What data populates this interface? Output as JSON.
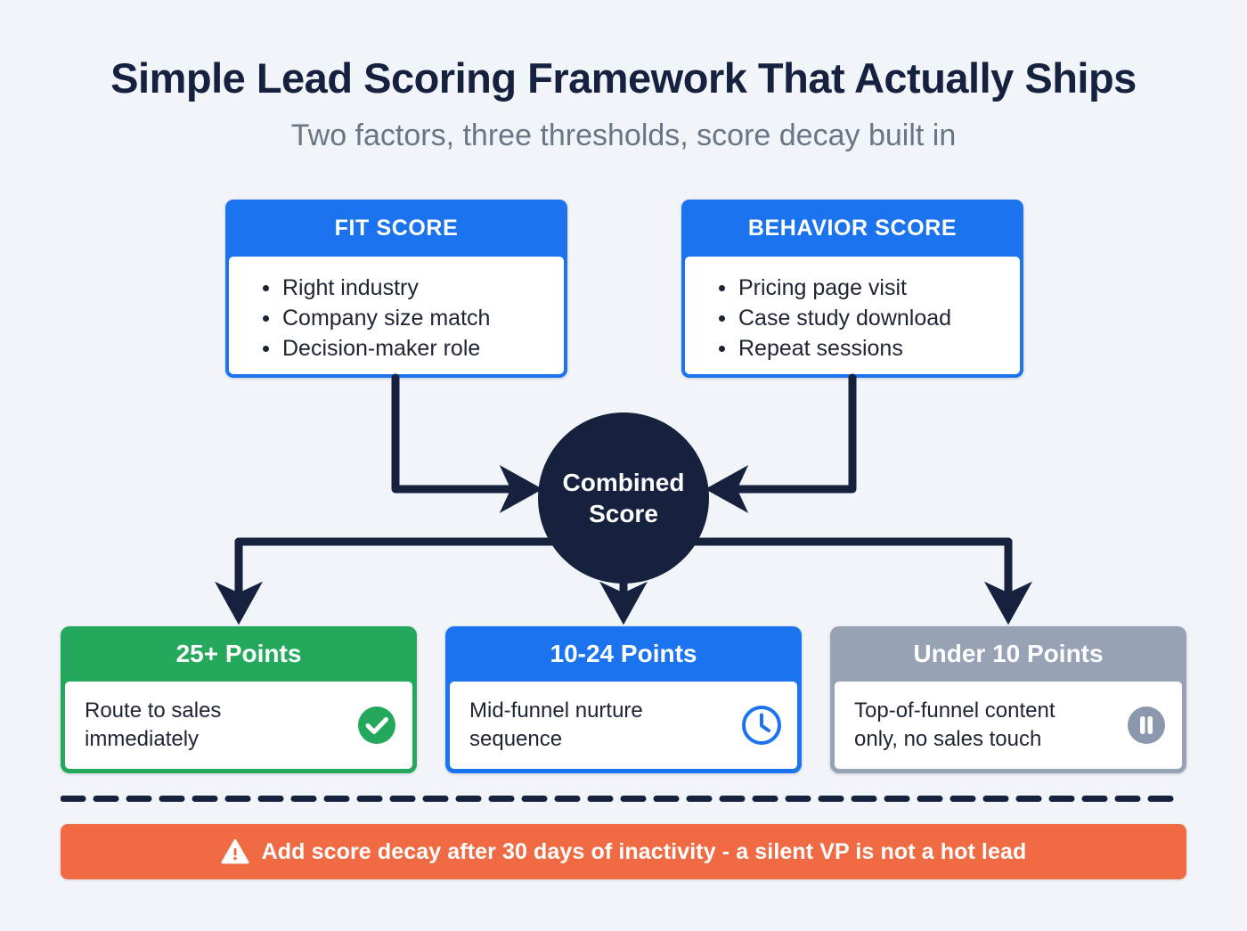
{
  "header": {
    "title": "Simple Lead Scoring Framework That Actually Ships",
    "subtitle": "Two factors, three thresholds, score decay built in"
  },
  "sources": [
    {
      "title": "FIT SCORE",
      "items": [
        "Right industry",
        "Company size match",
        "Decision-maker role"
      ]
    },
    {
      "title": "BEHAVIOR SCORE",
      "items": [
        "Pricing page visit",
        "Case study download",
        "Repeat sessions"
      ]
    }
  ],
  "combined": {
    "label": "Combined\nScore"
  },
  "results": [
    {
      "title": "25+ Points",
      "text": "Route to sales immediately",
      "icon": "check-circle-icon",
      "color": "#23a85c"
    },
    {
      "title": "10-24 Points",
      "text": "Mid-funnel nurture sequence",
      "icon": "clock-icon",
      "color": "#1b73ee"
    },
    {
      "title": "Under 10 Points",
      "text": "Top-of-funnel content only, no sales touch",
      "icon": "pause-circle-icon",
      "color": "#97a2b5"
    }
  ],
  "banner": {
    "icon": "warning-triangle-icon",
    "text": "Add score decay after 30 days of inactivity - a silent VP is not a hot lead",
    "color": "#f06b43"
  },
  "palette": {
    "background": "#f1f4f8",
    "navy": "#16213e",
    "blue": "#1b73ee",
    "green": "#23a85c",
    "gray": "#97a2b5",
    "orange": "#f06b43"
  }
}
